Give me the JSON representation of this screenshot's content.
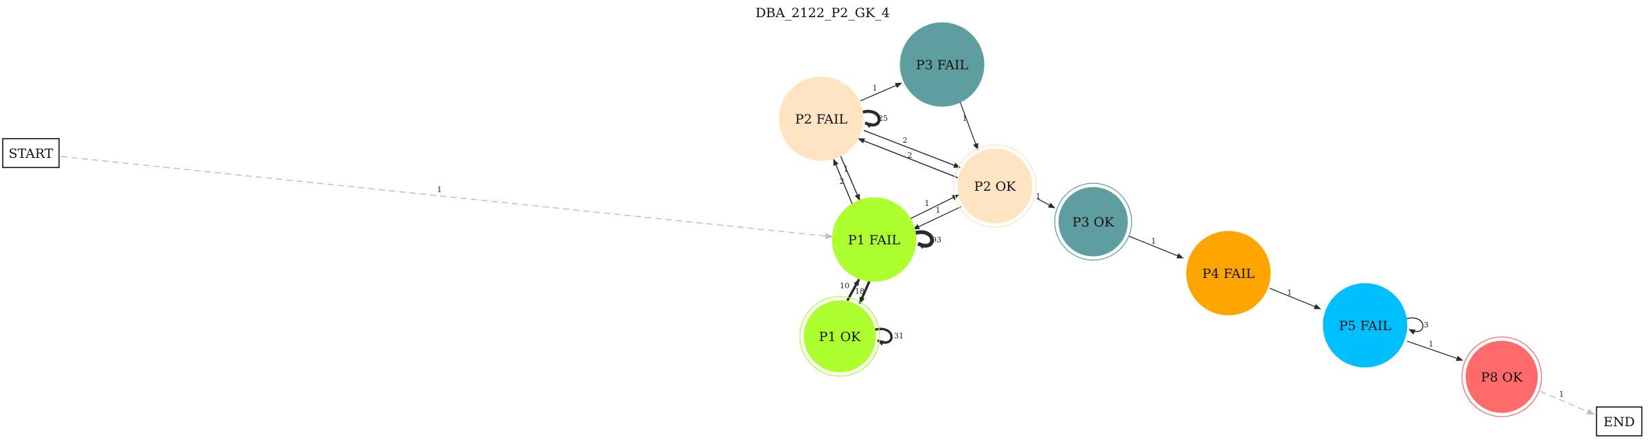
{
  "title": "DBA_2122_P2_GK_4",
  "nodes": [
    {
      "id": "START",
      "label": "START",
      "shape": "box"
    },
    {
      "id": "END",
      "label": "END",
      "shape": "box"
    },
    {
      "id": "P3_FAIL",
      "label": "P3 FAIL",
      "color": "#5f9ea0",
      "shape": "circle"
    },
    {
      "id": "P2_FAIL",
      "label": "P2 FAIL",
      "color": "#ffe4c4",
      "shape": "circle"
    },
    {
      "id": "P2_OK",
      "label": "P2 OK",
      "color": "#ffe4c4",
      "shape": "doublecircle"
    },
    {
      "id": "P1_FAIL",
      "label": "P1 FAIL",
      "color": "#adff2f",
      "shape": "circle"
    },
    {
      "id": "P1_OK",
      "label": "P1 OK",
      "color": "#adff2f",
      "shape": "doublecircle"
    },
    {
      "id": "P3_OK",
      "label": "P3 OK",
      "color": "#5f9ea0",
      "shape": "doublecircle"
    },
    {
      "id": "P4_FAIL",
      "label": "P4 FAIL",
      "color": "#ffa500",
      "shape": "circle"
    },
    {
      "id": "P5_FAIL",
      "label": "P5 FAIL",
      "color": "#00bfff",
      "shape": "circle"
    },
    {
      "id": "P8_OK",
      "label": "P8 OK",
      "color": "#ff6a6a",
      "shape": "doublecircle"
    }
  ],
  "edges": [
    {
      "id": "start-p1fail",
      "from": "START",
      "to": "P1_FAIL",
      "label": "1",
      "style": "dashed"
    },
    {
      "id": "p2fail-p3fail",
      "from": "P2_FAIL",
      "to": "P3_FAIL",
      "label": "1"
    },
    {
      "id": "p2fail-self",
      "from": "P2_FAIL",
      "to": "P2_FAIL",
      "label": "25"
    },
    {
      "id": "p2fail-p2ok",
      "from": "P2_FAIL",
      "to": "P2_OK",
      "label": "2"
    },
    {
      "id": "p2ok-p2fail",
      "from": "P2_OK",
      "to": "P2_FAIL",
      "label": "2"
    },
    {
      "id": "p3fail-p2ok",
      "from": "P3_FAIL",
      "to": "P2_OK",
      "label": "1"
    },
    {
      "id": "p2fail-p1fail",
      "from": "P2_FAIL",
      "to": "P1_FAIL",
      "label": "1"
    },
    {
      "id": "p1fail-p2fail",
      "from": "P1_FAIL",
      "to": "P2_FAIL",
      "label": "2"
    },
    {
      "id": "p1fail-p2ok",
      "from": "P1_FAIL",
      "to": "P2_OK",
      "label": "1"
    },
    {
      "id": "p2ok-p1fail",
      "from": "P2_OK",
      "to": "P1_FAIL",
      "label": "1"
    },
    {
      "id": "p1fail-self",
      "from": "P1_FAIL",
      "to": "P1_FAIL",
      "label": "93"
    },
    {
      "id": "p1ok-p1fail",
      "from": "P1_OK",
      "to": "P1_FAIL",
      "label": "10"
    },
    {
      "id": "p1fail-p1ok",
      "from": "P1_FAIL",
      "to": "P1_OK",
      "label": "18"
    },
    {
      "id": "p1ok-self",
      "from": "P1_OK",
      "to": "P1_OK",
      "label": "31"
    },
    {
      "id": "p2ok-p3ok",
      "from": "P2_OK",
      "to": "P3_OK",
      "label": "1"
    },
    {
      "id": "p3ok-p4fail",
      "from": "P3_OK",
      "to": "P4_FAIL",
      "label": "1"
    },
    {
      "id": "p4fail-p5fail",
      "from": "P4_FAIL",
      "to": "P5_FAIL",
      "label": "1"
    },
    {
      "id": "p5fail-self",
      "from": "P5_FAIL",
      "to": "P5_FAIL",
      "label": "3"
    },
    {
      "id": "p5fail-p8ok",
      "from": "P5_FAIL",
      "to": "P8_OK",
      "label": "1"
    },
    {
      "id": "p8ok-end",
      "from": "P8_OK",
      "to": "END",
      "label": "1",
      "style": "dashed"
    }
  ]
}
